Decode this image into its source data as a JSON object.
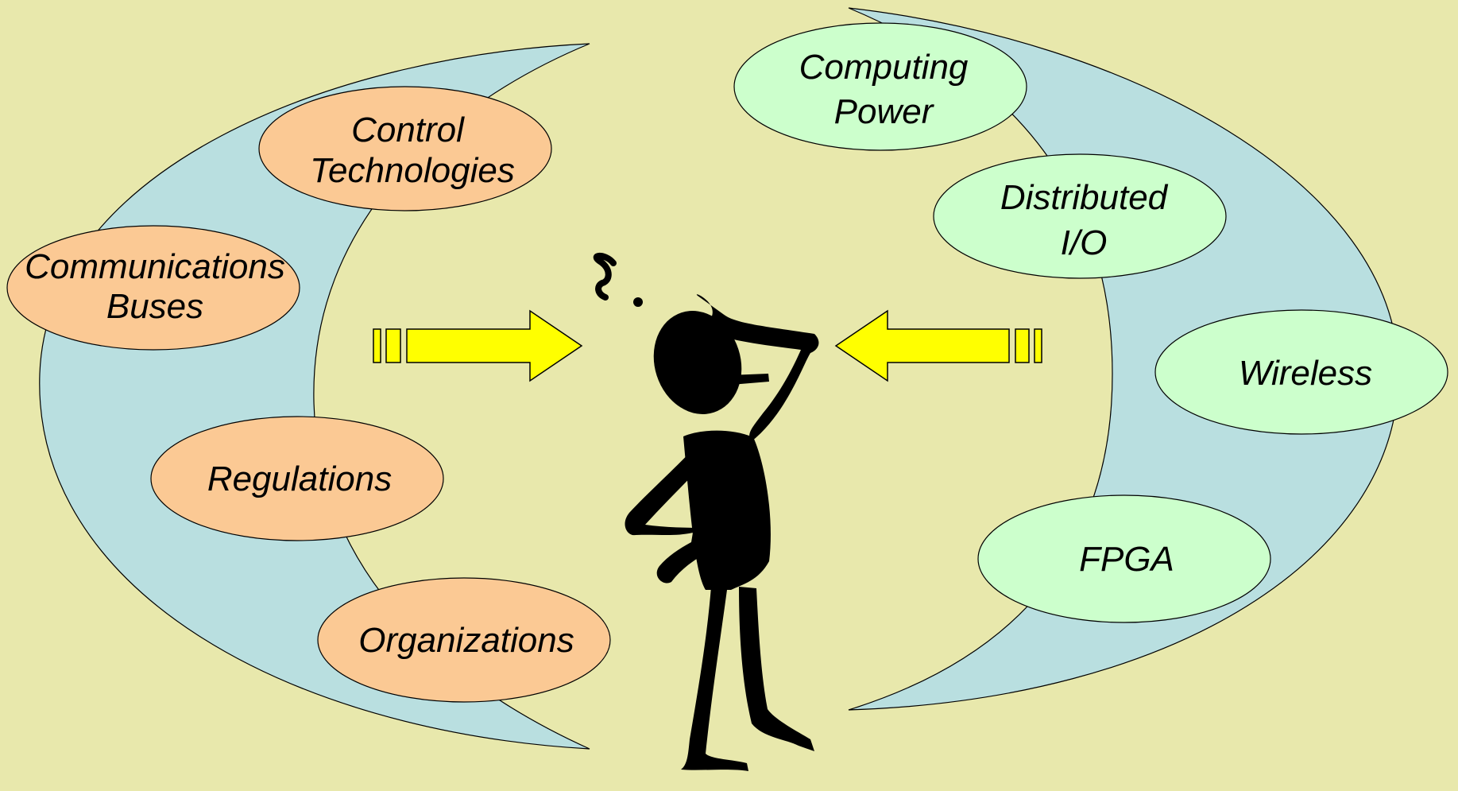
{
  "colors": {
    "background": "#e8e8ac",
    "crescent_fill": "#b9dfe0",
    "left_ellipse_fill": "#fbc994",
    "right_ellipse_fill": "#ccffcc",
    "arrow_fill": "#ffff00",
    "figure_fill": "#000000"
  },
  "left_group": {
    "items": [
      {
        "lines": [
          "Control",
          "Technologies"
        ]
      },
      {
        "lines": [
          "Communications",
          "Buses"
        ]
      },
      {
        "lines": [
          "Regulations"
        ]
      },
      {
        "lines": [
          "Organizations"
        ]
      }
    ]
  },
  "right_group": {
    "items": [
      {
        "lines": [
          "Computing",
          "Power"
        ]
      },
      {
        "lines": [
          "Distributed",
          "I/O"
        ]
      },
      {
        "lines": [
          "Wireless"
        ]
      },
      {
        "lines": [
          "FPGA"
        ]
      }
    ]
  },
  "center": {
    "figure_icon": "thinking-person-icon",
    "question_icon": "question-mark-icon",
    "left_arrow_icon": "right-pointing-block-arrow-icon",
    "right_arrow_icon": "left-pointing-block-arrow-icon"
  }
}
